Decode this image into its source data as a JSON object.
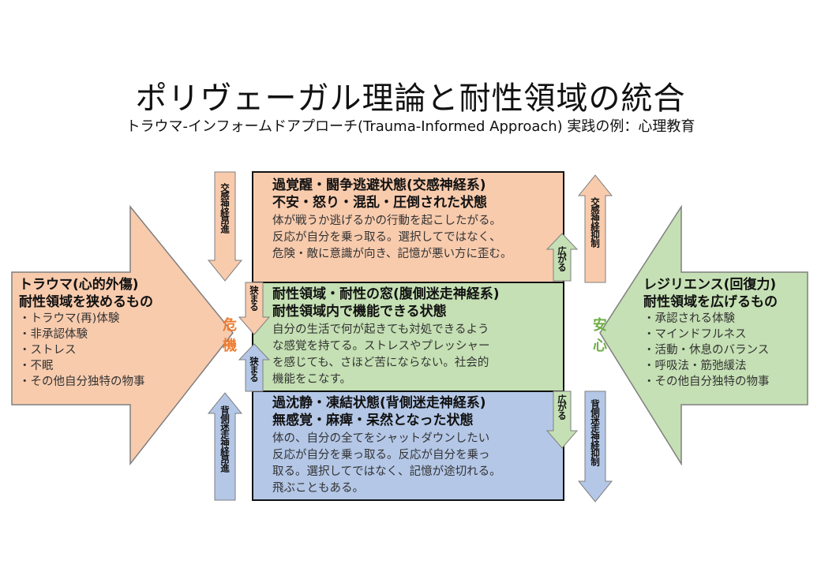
{
  "title": "ポリヴェーガル理論と耐性領域の統合",
  "subtitle": "トラウマ-インフォームドアプローチ(Trauma-Informed Approach) 実践の例：心理教育",
  "left": {
    "heading1": "トラウマ(心的外傷)",
    "heading2": "耐性領域を狭めるもの",
    "items": [
      "・トラウマ(再)体験",
      "・非承認体験",
      "・ストレス",
      "・不眠",
      "・その他自分独特の物事"
    ]
  },
  "right": {
    "heading1": "レジリエンス(回復力)",
    "heading2": "耐性領域を広げるもの",
    "items": [
      "・承認される体験",
      "・マインドフルネス",
      "・活動・休息のバランス",
      "・呼吸法・筋弛緩法",
      "・その他自分独特の物事"
    ]
  },
  "boxes": {
    "top": {
      "h1": "過覚醒・闘争逃避状態(交感神経系)",
      "h2": "不安・怒り・混乱・圧倒された状態",
      "lines": [
        "体が戦うか逃げるかの行動を起こしたがる。",
        "反応が自分を乗っ取る。選択してではなく、",
        "危険・敵に意識が向き、記憶が悪い方に歪む。"
      ]
    },
    "mid": {
      "h1": "耐性領域・耐性の窓(腹側迷走神経系)",
      "h2": "耐性領域内で機能できる状態",
      "lines": [
        "自分の生活で何が起きても対処できるよう",
        "な感覚を持てる。ストレスやプレッシャー",
        "を感じても、さほど苦にならない。社会的",
        "機能をこなす。"
      ]
    },
    "bot": {
      "h1": "過沈静・凍結状態(背側迷走神経系)",
      "h2": "無感覚・麻痺・呆然となった状態",
      "lines": [
        "体の、自分の全てをシャットダウンしたい",
        "反応が自分を乗っ取る。反応が自分を乗っ",
        "取る。選択してではなく、記憶が途切れる。",
        "飛ぶこともある。"
      ]
    }
  },
  "labels": {
    "kiki": "危機",
    "anshin": "安心",
    "sympathetic_up": "交感神経昂進",
    "dorsal_up": "背側迷走神経昂進",
    "sympathetic_down": "交感神経抑制",
    "dorsal_down": "背側迷走神経抑制",
    "narrow1": "狭まる",
    "narrow2": "狭まる",
    "widen1": "広がる",
    "widen2": "広がる"
  },
  "colors": {
    "orange": "#f8cbad",
    "green": "#c5e0b4",
    "blue": "#b4c7e7",
    "kiki_text": "#ed7d31",
    "anshin_text": "#70ad47",
    "outline": "#7f7f7f"
  }
}
